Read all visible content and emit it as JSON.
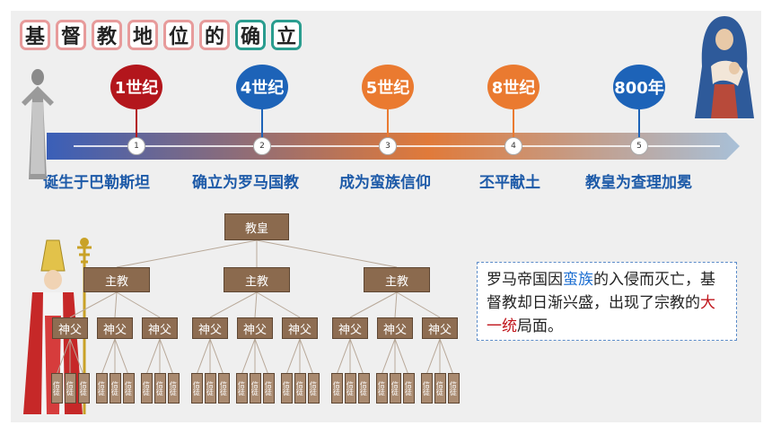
{
  "title": {
    "chars": [
      "基",
      "督",
      "教",
      "地",
      "位",
      "的",
      "确",
      "立"
    ],
    "teal_from_index": 6,
    "colors": {
      "pink_border": "#e79b9b",
      "teal_border": "#2a9d8f"
    }
  },
  "timeline": {
    "events": [
      {
        "num": "1",
        "era": "1世纪",
        "label": "诞生于巴勒斯坦",
        "color": "#b3161c"
      },
      {
        "num": "2",
        "era": "4世纪",
        "label": "确立为罗马国教",
        "color": "#1d63b8"
      },
      {
        "num": "3",
        "era": "5世纪",
        "label": "成为蛮族信仰",
        "color": "#ea7a30"
      },
      {
        "num": "4",
        "era": "8世纪",
        "label": "丕平献土",
        "color": "#ea7a30"
      },
      {
        "num": "5",
        "era": "800年",
        "label": "教皇为查理加冕",
        "color": "#1d63b8"
      }
    ],
    "arrow_gradient": [
      "#3a5fb8",
      "#e07a3a",
      "#a8c0d8"
    ]
  },
  "hierarchy": {
    "pope": "教皇",
    "bishop": "主教",
    "priest": "神父",
    "believer": "信徒"
  },
  "note": {
    "parts": [
      {
        "text": "罗马帝国因",
        "style": "normal"
      },
      {
        "text": "蛮族",
        "style": "blue"
      },
      {
        "text": "的入侵而灭亡，基督教却日渐兴盛，出现了宗教的",
        "style": "normal"
      },
      {
        "text": "大一统",
        "style": "red"
      },
      {
        "text": "局面。",
        "style": "normal"
      }
    ]
  }
}
